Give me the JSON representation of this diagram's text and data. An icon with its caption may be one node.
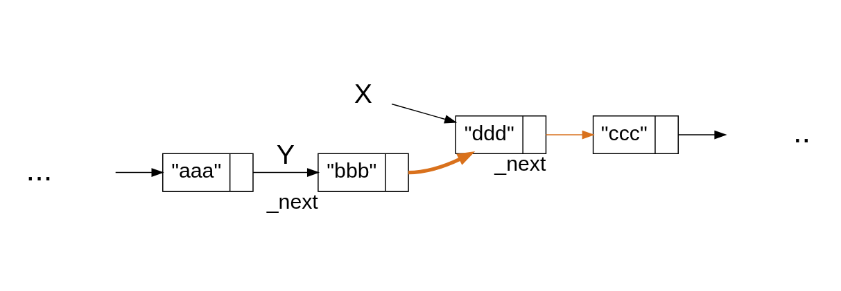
{
  "diagram": {
    "nodes": [
      {
        "text": [
          "X"
        ]
      },
      {
        "text": [
          "\"ddd\""
        ],
        "beside": [
          "_next"
        ]
      },
      {
        "text": [
          "\"aaa\""
        ]
      },
      {
        "text": [
          "\"bbb\""
        ],
        "beside": [
          "_next"
        ]
      },
      {
        "text": [
          "\"ccc\""
        ]
      }
    ],
    "edges": [
      {
        "from": 0,
        "to": 1,
        "arrow": "to"
      },
      {
        "from": null,
        "to": 2,
        "arrow": "to"
      },
      {
        "from": 2,
        "to": 3,
        "arrow": "to",
        "label": "Y"
      },
      {
        "from": 3,
        "to": 1,
        "arrow": "to",
        "style": "thick",
        "color": "#d9711c"
      },
      {
        "from": 1,
        "to": 4,
        "arrow": "to",
        "color": "#d9711c"
      },
      {
        "from": 4,
        "to": null,
        "arrow": "to"
      }
    ],
    "labels": [
      "...",
      ".."
    ]
  }
}
